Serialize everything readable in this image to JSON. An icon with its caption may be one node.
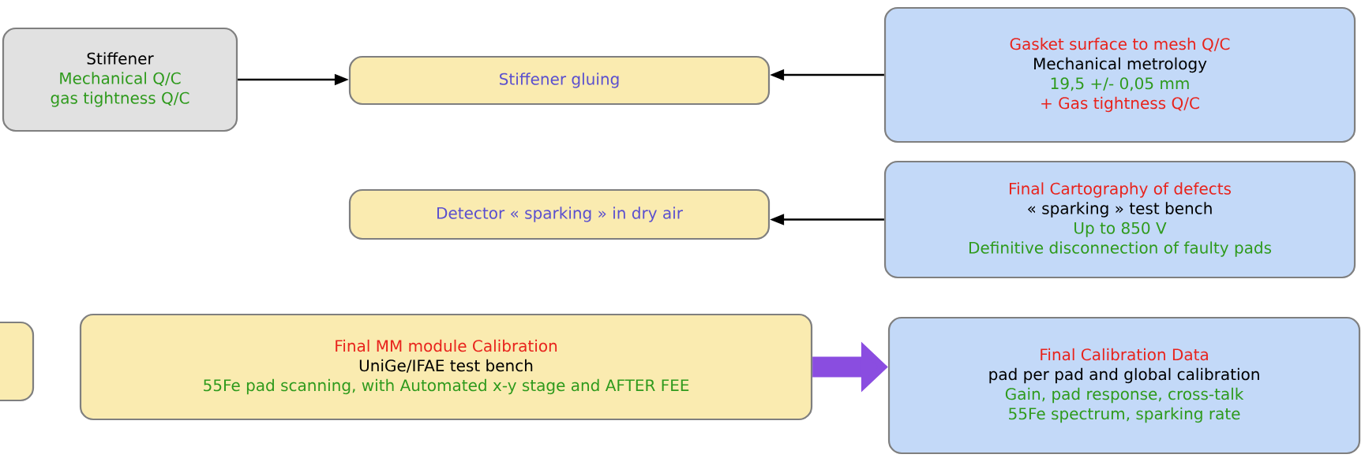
{
  "diagram": {
    "nodes": [
      {
        "text": [
          "Stiffener",
          "Mechanical Q/C",
          "gas tightness Q/C"
        ]
      },
      {
        "text": [
          "Stiffener gluing"
        ]
      },
      {
        "text": [
          "Gasket surface to mesh Q/C",
          "Mechanical metrology",
          "19,5 +/- 0,05 mm",
          "+ Gas tightness Q/C"
        ]
      },
      {
        "text": [
          "Detector « sparking » in dry air"
        ]
      },
      {
        "text": [
          "Final Cartography of defects",
          "« sparking » test bench",
          "Up to 850 V",
          "Definitive disconnection of faulty pads"
        ]
      },
      {
        "text": [],
        "shape": "box"
      },
      {
        "text": [
          "Final MM module Calibration",
          "UniGe/IFAE test bench",
          "55Fe pad scanning, with Automated x-y stage and AFTER FEE"
        ]
      },
      {
        "text": [
          "Final Calibration Data",
          "pad per pad and global calibration",
          "Gain, pad response, cross-talk",
          "55Fe spectrum, sparking rate"
        ]
      }
    ],
    "edges": [
      {
        "from": 0,
        "to": 1,
        "arrow": "to"
      },
      {
        "from": 2,
        "to": 1,
        "arrow": "to"
      },
      {
        "from": 4,
        "to": 3,
        "arrow": "to"
      },
      {
        "from": 6,
        "to": 7,
        "arrow": "to",
        "style": "thick",
        "color": "#8a4de0"
      }
    ]
  }
}
